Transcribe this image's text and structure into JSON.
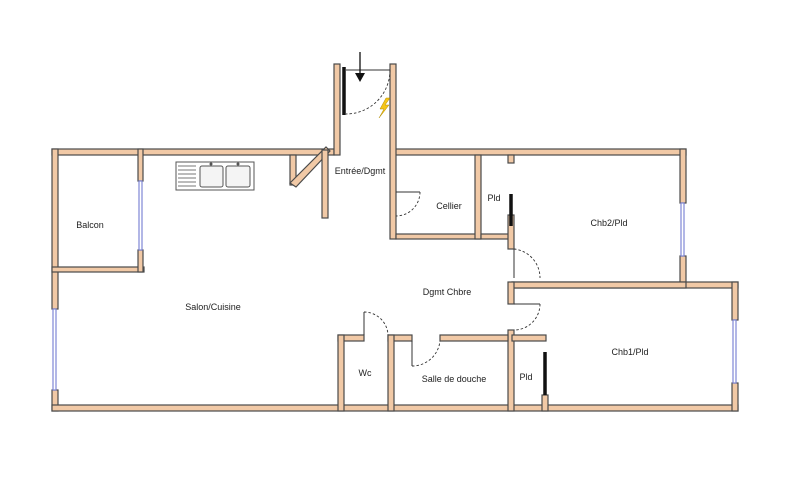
{
  "plan": {
    "rooms": {
      "entree": "Entrée/Dgmt",
      "cellier": "Cellier",
      "pld_top": "Pld",
      "chb2": "Chb2/Pld",
      "balcon": "Balcon",
      "salon": "Salon/Cuisine",
      "dgmt_chbre": "Dgmt Chbre",
      "chb1": "Chb1/Pld",
      "wc": "Wc",
      "sdd": "Salle de douche",
      "pld_bottom": "Pld"
    },
    "icons": {
      "entry": "arrow-down-icon",
      "electric": "lightning-bolt-icon",
      "sink": "double-sink-icon"
    },
    "colors": {
      "wall_fill": "#f1c9a6",
      "wall_stroke": "#4a4a4a",
      "window": "#7f87d6",
      "lightning": "#f5c518"
    }
  }
}
